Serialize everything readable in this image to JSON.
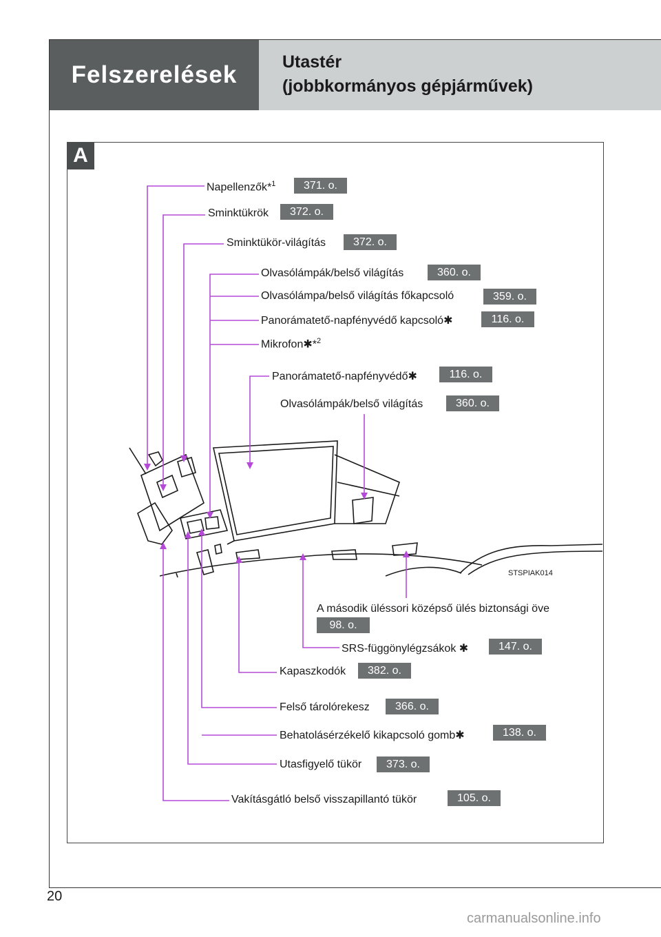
{
  "header": {
    "section": "Felszerelések",
    "title_line1": "Utastér",
    "title_line2": "(jobbkormányos gépjárművek)"
  },
  "section_letter": "A",
  "diagram_code": "STSPIAK014",
  "page_number": "20",
  "watermark": "carmanualsonline.info",
  "labels": [
    {
      "text": "Napellenzők",
      "suffix": "*",
      "note": "1",
      "page": "371. o."
    },
    {
      "text": "Sminktükrök",
      "page": "372. o."
    },
    {
      "text": "Sminktükör-világítás",
      "page": "372. o."
    },
    {
      "text": "Olvasólámpák/belső világítás",
      "page": "360. o."
    },
    {
      "text": "Olvasólámpa/belső világítás főkapcsoló",
      "page": "359. o."
    },
    {
      "text": "Panorámatető-napfényvédő kapcsoló",
      "suffix": "✱",
      "page": "116. o."
    },
    {
      "text": "Mikrofon",
      "suffix": "✱*",
      "note": "2"
    },
    {
      "text": "Panorámatető-napfényvédő",
      "suffix": "✱",
      "page": "116. o."
    },
    {
      "text": "Olvasólámpák/belső világítás",
      "page": "360. o."
    },
    {
      "text": "A második üléssori középső ülés biztonsági öve",
      "page": "98. o."
    },
    {
      "text": "SRS-függönylégzsákok",
      "suffix": "✱",
      "page": "147. o."
    },
    {
      "text": "Kapaszkodók",
      "page": "382. o."
    },
    {
      "text": "Felső tárolórekesz",
      "page": "366. o."
    },
    {
      "text": "Behatolásérzékelő kikapcsoló gomb",
      "suffix": "✱",
      "page": "138. o."
    },
    {
      "text": "Utasfigyelő tükör",
      "page": "373. o."
    },
    {
      "text": "Vakításgátló belső visszapillantó tükör",
      "page": "105. o."
    }
  ],
  "colors": {
    "leader": "#b54ad9",
    "badge": "#6e7172",
    "header_dark": "#5b5e5f",
    "header_light": "#cdd0d1"
  }
}
